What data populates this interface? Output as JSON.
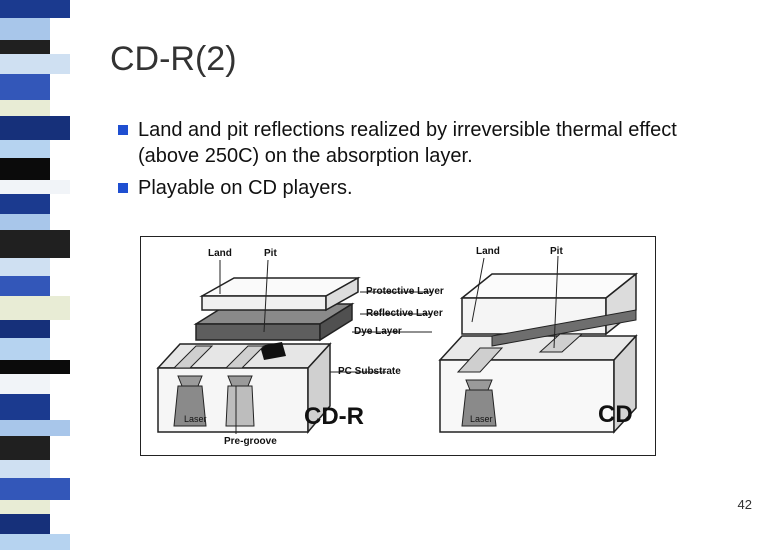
{
  "slide": {
    "title": "CD-R(2)",
    "page_number": "42"
  },
  "bullets": [
    {
      "text": "Land and pit reflections realized by irreversible thermal effect (above 250C) on the absorption layer."
    },
    {
      "text": "Playable on CD players."
    }
  ],
  "diagram": {
    "labels": {
      "land_left": "Land",
      "pit_left": "Pit",
      "land_right": "Land",
      "pit_right": "Pit",
      "protective_layer": "Protective Layer",
      "reflective_layer": "Reflective Layer",
      "dye_layer": "Dye Layer",
      "pc_substrate": "PC Substrate",
      "pre_groove": "Pre-groove",
      "laser_left": "Laser",
      "laser_right": "Laser",
      "cdr_caption": "CD-R",
      "cd_caption": "CD"
    }
  },
  "colors": {
    "bullet": "#1f4fd1",
    "title": "#333333"
  }
}
